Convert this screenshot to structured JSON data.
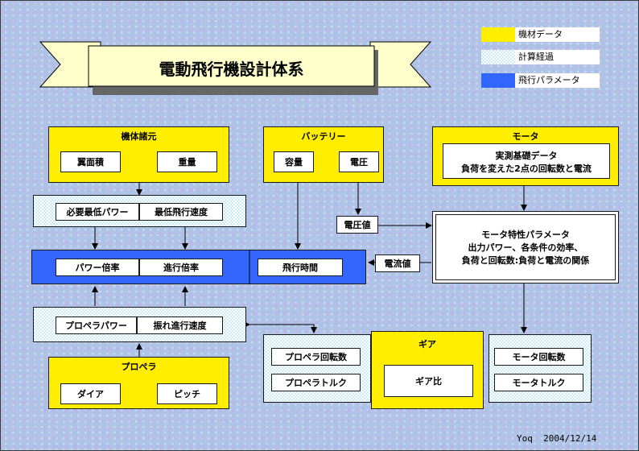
{
  "title": "電動飛行機設計体系",
  "legend": {
    "items": [
      {
        "label": "機材データ",
        "color": "#ffee00"
      },
      {
        "label": "計算経過",
        "color": "#d8f0f8"
      },
      {
        "label": "飛行パラメータ",
        "color": "#3366ff"
      }
    ]
  },
  "airframe": {
    "title": "機体諸元",
    "wing_area": "翼面積",
    "weight": "重量"
  },
  "battery": {
    "title": "バッテリー",
    "capacity": "容量",
    "voltage": "電圧"
  },
  "motor": {
    "title": "モータ",
    "base_data_line1": "実測基礎データ",
    "base_data_line2": "負荷を変えた2点の回転数と電流"
  },
  "min_requirement": {
    "power": "必要最低パワー",
    "speed": "最低飛行速度"
  },
  "voltage_value": "電圧値",
  "current_value": "電流値",
  "motor_characteristics": {
    "title": "モータ特性パラメータ",
    "line1": "出力パワー、各条件の効率、",
    "line2": "負荷と回転数:負荷と電流の関係"
  },
  "flight_params": {
    "power_ratio": "パワー倍率",
    "advance_ratio": "進行倍率",
    "flight_time": "飛行時間"
  },
  "prop_calc": {
    "power": "プロペラパワー",
    "speed": "振れ進行速度"
  },
  "propeller": {
    "title": "プロペラ",
    "diameter": "ダイア",
    "pitch": "ピッチ"
  },
  "prop_output": {
    "rpm": "プロペラ回転数",
    "torque": "プロペラトルク"
  },
  "gear": {
    "title": "ギア",
    "ratio": "ギア比"
  },
  "motor_output": {
    "rpm": "モータ回転数",
    "torque": "モータトルク"
  },
  "footer": "Yoq  2004/12/14"
}
